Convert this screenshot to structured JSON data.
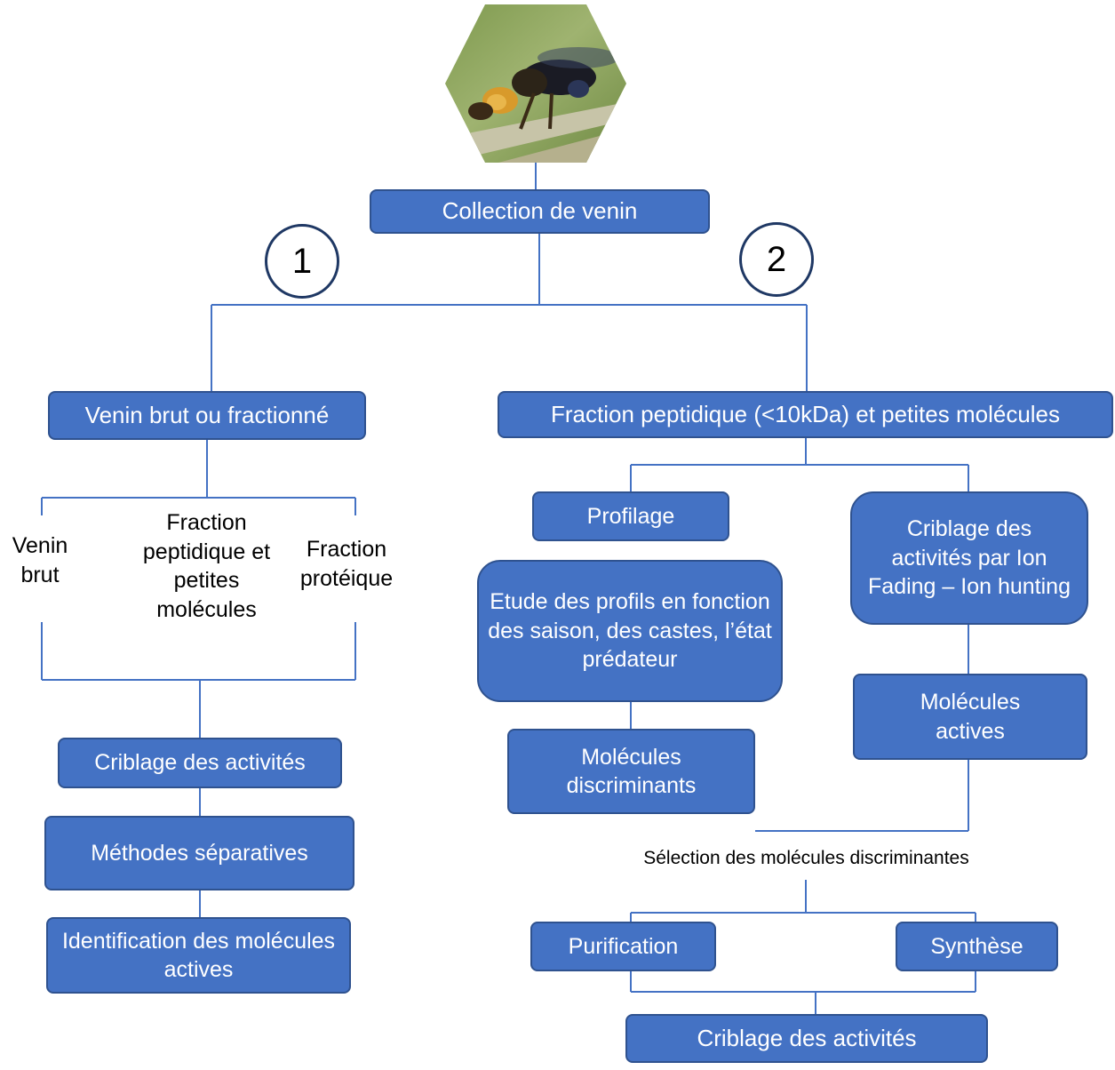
{
  "top": {
    "collection_label": "Collection de venin"
  },
  "markers": {
    "one": "1",
    "two": "2"
  },
  "branch1": {
    "title": "Venin brut ou fractionné",
    "sample1": "Venin brut",
    "sample2": "Fraction peptidique et petites molécules",
    "sample3": "Fraction protéique",
    "criblage": "Criblage des activités",
    "methodes": "Méthodes séparatives",
    "identification": "Identification des molécules actives"
  },
  "branch2": {
    "title": "Fraction peptidique (<10kDa) et petites molécules",
    "profilage": "Profilage",
    "etude": "Etude des profils en fonction des saison, des castes, l’état prédateur",
    "discriminants": "Molécules discriminants",
    "criblage_ion": "Criblage des activités par Ion Fading – Ion hunting",
    "actives": "Molécules actives",
    "selection": "Sélection des molécules discriminantes",
    "purification": "Purification",
    "synthese": "Synthèse",
    "criblage_final": "Criblage des activités"
  },
  "colors": {
    "box_fill": "#4472c4",
    "box_border": "#2f528f",
    "connector": "#4472c4",
    "circle_border": "#1f3864"
  },
  "image": {
    "subject": "hornet-photo"
  }
}
